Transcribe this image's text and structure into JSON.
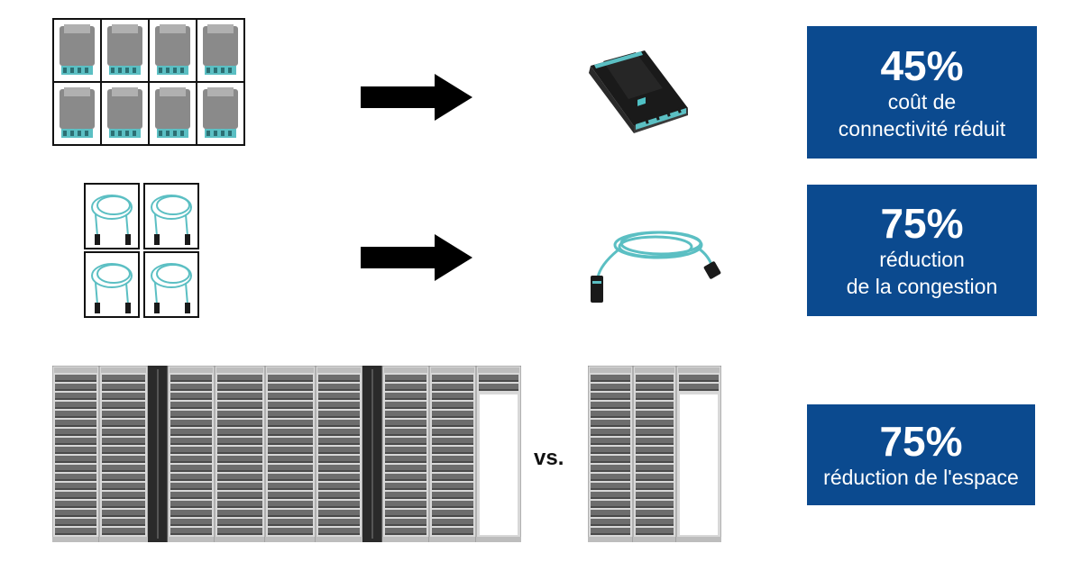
{
  "colors": {
    "stat_bg": "#0b4a8f",
    "stat_text": "#ffffff",
    "arrow": "#000000",
    "fiber": "#5bbfc3"
  },
  "rows": [
    {
      "left_icon": "cassette-grid-icon",
      "right_icon": "high-density-cassette-icon",
      "stat": {
        "value": "45%",
        "label_line1": "coût de",
        "label_line2": "connectivité réduit"
      }
    },
    {
      "left_icon": "cable-grid-icon",
      "right_icon": "mpo-trunk-cable-icon",
      "stat": {
        "value": "75%",
        "label_line1": "réduction",
        "label_line2": "de la congestion"
      }
    },
    {
      "left_icon": "large-rack-row-icon",
      "right_icon": "small-rack-row-icon",
      "separator": "vs.",
      "stat": {
        "value": "75%",
        "label_line1": "réduction de l'espace"
      }
    }
  ]
}
